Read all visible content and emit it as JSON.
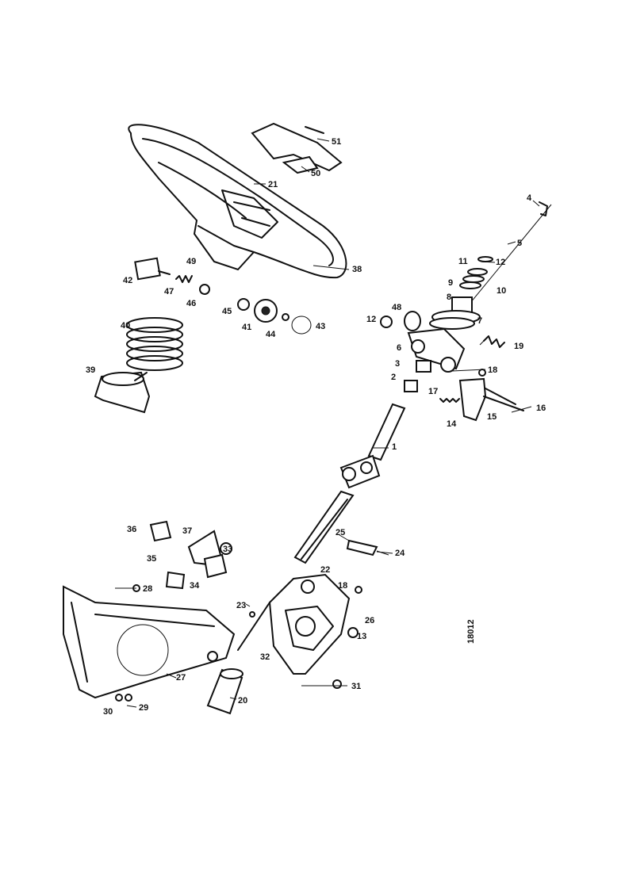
{
  "diagram": {
    "drawing_ref": "18012",
    "callouts": [
      "1",
      "2",
      "3",
      "4",
      "5",
      "6",
      "7",
      "8",
      "9",
      "10",
      "11",
      "12",
      "12",
      "13",
      "14",
      "15",
      "16",
      "17",
      "18",
      "18",
      "19",
      "20",
      "21",
      "22",
      "23",
      "24",
      "25",
      "26",
      "27",
      "28",
      "29",
      "30",
      "31",
      "32",
      "33",
      "34",
      "35",
      "36",
      "37",
      "38",
      "39",
      "40",
      "41",
      "42",
      "43",
      "44",
      "45",
      "46",
      "47",
      "48",
      "49",
      "50",
      "51"
    ]
  }
}
